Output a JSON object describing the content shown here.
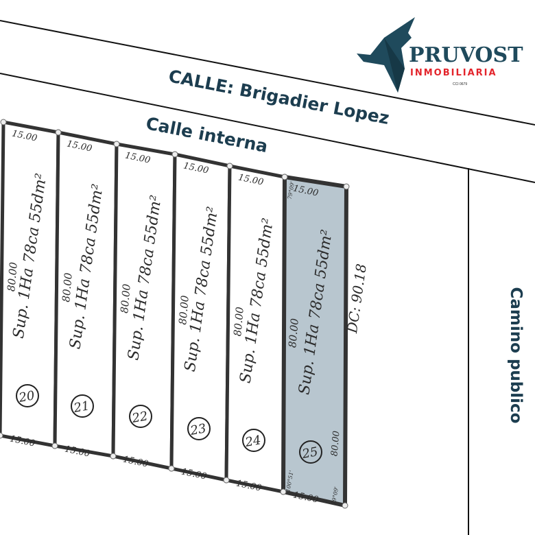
{
  "logo": {
    "name": "PRUVOST",
    "subtitle": "INMOBILIARIA",
    "license": "CCI 0679"
  },
  "streets": {
    "main": "CALLE: Brigadier Lopez",
    "internal": "Calle interna",
    "side": "Camino publico"
  },
  "lots": [
    {
      "number": "20",
      "front": "15.00",
      "back": "15.00",
      "side": "80.00",
      "area": "Sup. 1Ha 78ca 55dm²",
      "highlighted": false
    },
    {
      "number": "21",
      "front": "15.00",
      "back": "15.00",
      "side": "80.00",
      "area": "Sup. 1Ha 78ca 55dm²",
      "highlighted": false
    },
    {
      "number": "22",
      "front": "15.00",
      "back": "15.00",
      "side": "80.00",
      "area": "Sup. 1Ha 78ca 55dm²",
      "highlighted": false
    },
    {
      "number": "23",
      "front": "15.00",
      "back": "15.00",
      "side": "80.00",
      "area": "Sup. 1Ha 78ca 55dm²",
      "highlighted": false
    },
    {
      "number": "24",
      "front": "15.00",
      "back": "15.00",
      "side": "80.00",
      "area": "Sup. 1Ha 78ca 55dm²",
      "highlighted": false
    },
    {
      "number": "25",
      "front": "15.00",
      "back": "15.00",
      "side": "80.00",
      "area": "Sup. 1Ha 78ca 55dm²",
      "highlighted": true,
      "extra": {
        "diagonal": "DC: 90.18",
        "side2": "80.00",
        "angle_top": "79°09'",
        "angle_bottom": "100°51'",
        "angle_br": "79°09'"
      }
    }
  ],
  "colors": {
    "highlight": "#b8c6cf",
    "street_text": "#1c3d4f",
    "brand_red": "#e3242b",
    "brand_blue": "#1f4a5c"
  }
}
